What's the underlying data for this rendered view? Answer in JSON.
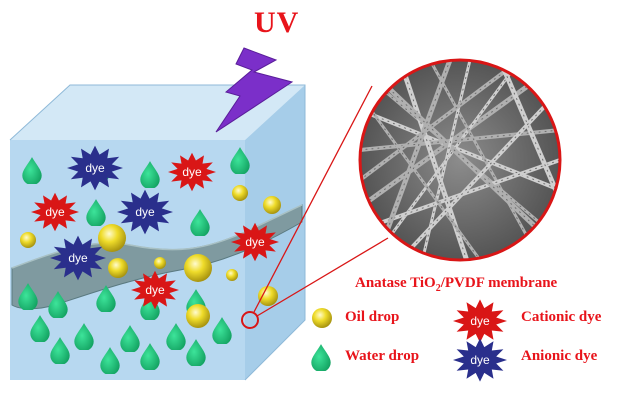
{
  "title": "UV",
  "dye_label": "dye",
  "membrane_label": {
    "prefix": "Anatase TiO",
    "subscript": "2",
    "suffix": "/PVDF membrane"
  },
  "legend": {
    "oil_drop": "Oil drop",
    "water_drop": "Water drop",
    "cationic_dye": "Cationic dye",
    "anionic_dye": "Anionic dye"
  },
  "colors": {
    "water": "#1fc07a",
    "oil": "#e4d21c",
    "cationic": "#d91616",
    "anionic": "#2a2f8c",
    "lightning": "#7b2fc9",
    "label": "#e8141b",
    "membrane": "#7f9aa0",
    "box_front": "#b7d8f0"
  }
}
